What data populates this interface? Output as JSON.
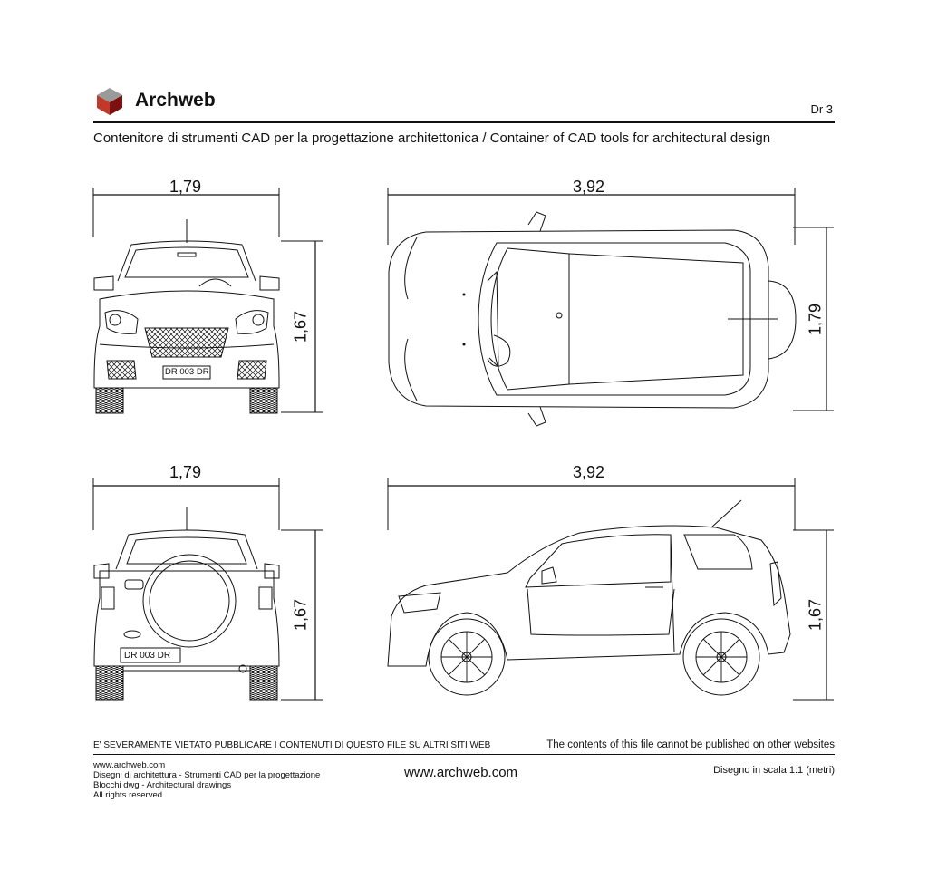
{
  "header": {
    "brand": "Archweb",
    "drawing_code": "Dr 3",
    "subtitle": "Contenitore di strumenti CAD per la progettazione architettonica  /  Container of CAD tools for architectural design"
  },
  "views": {
    "front": {
      "width": "1,79",
      "height": "1,67",
      "plate": "DR 003 DR"
    },
    "top": {
      "length": "3,92",
      "width": "1,79"
    },
    "rear": {
      "width": "1,79",
      "height": "1,67",
      "plate": "DR 003 DR"
    },
    "side": {
      "length": "3,92",
      "height": "1,67"
    }
  },
  "footer": {
    "warning_it": "E' SEVERAMENTE VIETATO PUBBLICARE I CONTENUTI DI QUESTO FILE SU ALTRI SITI WEB",
    "warning_en": "The contents of this file cannot be published on other websites",
    "lines": [
      "www.archweb.com",
      "Disegni di architettura - Strumenti CAD  per la progettazione",
      "Blocchi dwg - Architectural drawings",
      "All rights reserved"
    ],
    "site": "www.archweb.com",
    "scale": "Disegno in scala 1:1 (metri)"
  },
  "colors": {
    "logo_top": "#9a9a9a",
    "logo_left": "#c0392b",
    "logo_right": "#7b1010",
    "ink": "#111111"
  }
}
